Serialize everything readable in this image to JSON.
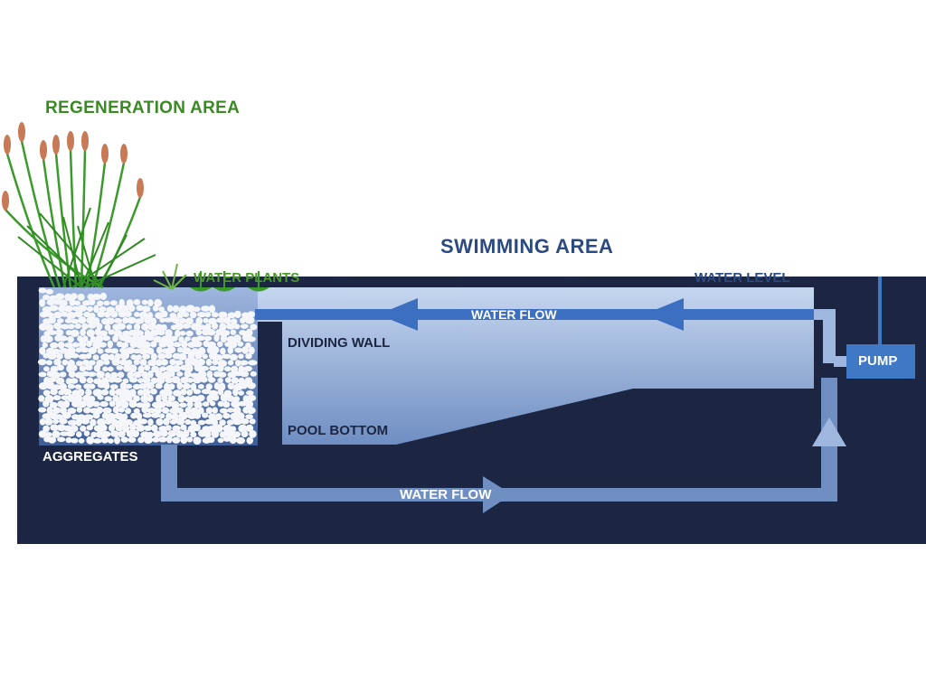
{
  "labels": {
    "regeneration_area": "REGENERATION AREA",
    "swimming_area": "SWIMMING AREA",
    "water_plants": "WATER PLANTS",
    "water_level": "WATER LEVEL",
    "water_flow_top": "WATER FLOW",
    "dividing_wall": "DIVIDING WALL",
    "pool_bottom": "POOL BOTTOM",
    "aggregates": "AGGREGATES",
    "water_flow_bottom": "WATER FLOW",
    "pump": "PUMP"
  },
  "colors": {
    "ground": "#1c2541",
    "water_top": "#c5d6ef",
    "water_bottom": "#6f8ec2",
    "flow": "#3c6fbf",
    "pipe": "#5a7fc0",
    "pump": "#3f78c5",
    "reed_stem": "#3a9a2a",
    "reed_head": "#c77a55",
    "stone": "#f4f6f9",
    "heading_green": "#3a8a24",
    "heading_blue": "#2b4a82"
  }
}
